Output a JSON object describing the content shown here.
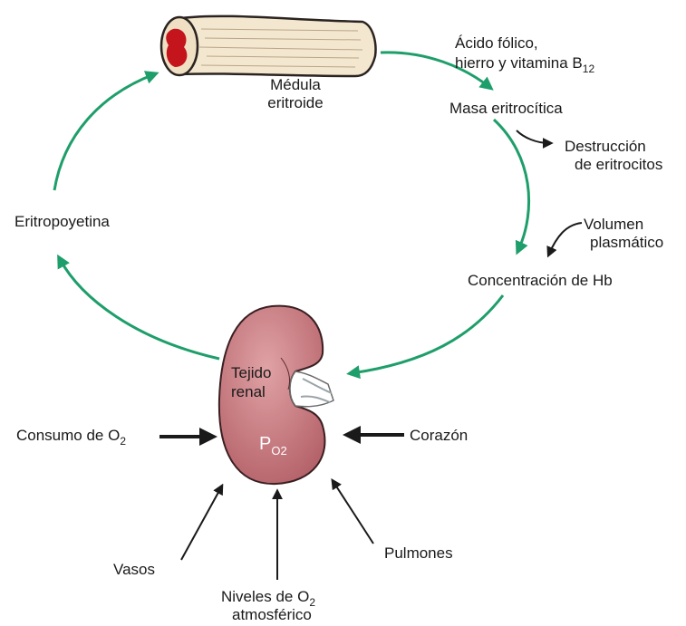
{
  "colors": {
    "cycle_arrow": "#1e9e6a",
    "kidney_fill": "#c97b80",
    "kidney_edge": "#3a1f22",
    "marrow_red": "#c4141c",
    "bone_fill": "#f3e7cf",
    "black_arrow": "#1a1a1a"
  },
  "icons": [
    "bone-marrow-icon",
    "kidney-icon"
  ],
  "labels": {
    "marrow_line1": "Médula",
    "marrow_line2": "eritroide",
    "folic_line1": "Ácido fólico,",
    "folic_line2": "hierro y vitamina B",
    "folic_sub": "12",
    "erythrocyte_mass": "Masa eritrocítica",
    "destruction_line1": "Destrucción",
    "destruction_line2": "de eritrocitos",
    "plasma_line1": "Volumen",
    "plasma_line2": "plasmático",
    "hb_concentration": "Concentración de Hb",
    "erythropoietin": "Eritropoyetina",
    "renal_line1": "Tejido",
    "renal_line2": "renal",
    "po2_main": "P",
    "po2_sub": "O2",
    "o2_consumption": "Consumo de O",
    "o2_consumption_sub": "2",
    "heart": "Corazón",
    "vessels": "Vasos",
    "lungs": "Pulmones",
    "atm_line1": "Niveles de O",
    "atm_line1_sub": "2",
    "atm_line2": "atmosférico"
  }
}
